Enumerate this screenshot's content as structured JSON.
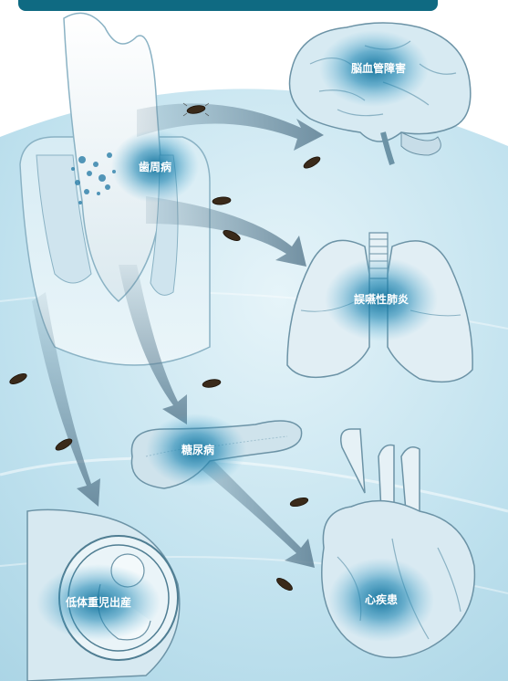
{
  "colors": {
    "header_bar": "#0f6a82",
    "background_sky": "#bfe1ee",
    "glow": "#1d7fa8",
    "arrow": "#6f8fa0",
    "bacteria": "#3a2a1a"
  },
  "labels": {
    "periodontal": "歯周病",
    "cerebrovascular": "脳血管障害",
    "aspiration_pneumonia": "誤嚥性肺炎",
    "diabetes": "糖尿病",
    "low_birth_weight": "低体重児出産",
    "heart_disease": "心疾患"
  },
  "icons": [
    "tooth-icon",
    "brain-icon",
    "lungs-icon",
    "pancreas-icon",
    "heart-icon",
    "fetus-icon",
    "bacteria-icon"
  ]
}
